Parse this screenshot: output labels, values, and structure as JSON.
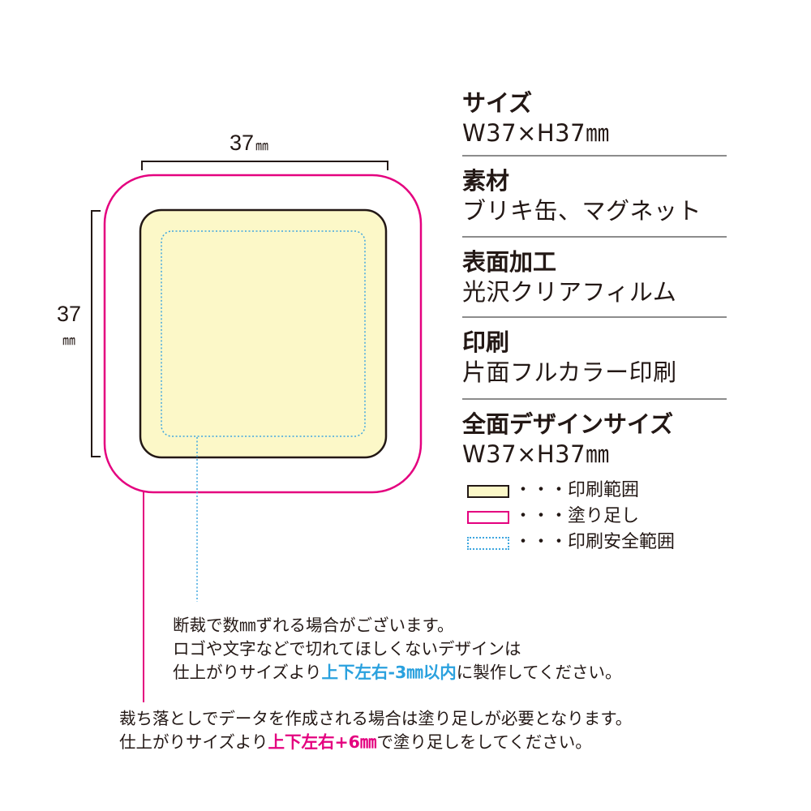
{
  "dimensions": {
    "width_value": "37",
    "height_value": "37",
    "unit": "㎜"
  },
  "specs": [
    {
      "heading": "サイズ",
      "value": "W37×H37㎜"
    },
    {
      "heading": "素材",
      "value": "ブリキ缶、マグネット"
    },
    {
      "heading": "表面加工",
      "value": "光沢クリアフィルム"
    },
    {
      "heading": "印刷",
      "value": "片面フルカラー印刷"
    },
    {
      "heading": "全面デザインサイズ",
      "value": "W37×H37㎜"
    }
  ],
  "legend": {
    "dots": "・・・",
    "items": [
      {
        "label": "印刷範囲",
        "style": "print-area"
      },
      {
        "label": "塗り足し",
        "style": "bleed"
      },
      {
        "label": "印刷安全範囲",
        "style": "safe-area"
      }
    ]
  },
  "safe_note": {
    "line1": "断裁で数㎜ずれる場合がございます。",
    "line2": "ロゴや文字などで切れてほしくないデザインは",
    "line3_pre": "仕上がりサイズより",
    "line3_highlight": "上下左右-3㎜以内",
    "line3_post": "に製作してください。"
  },
  "bleed_note": {
    "line1": "裁ち落としでデータを作成される場合は塗り足しが必要となります。",
    "line2_pre": "仕上がりサイズより",
    "line2_highlight": "上下左右+6㎜",
    "line2_post": "で塗り足しをしてください。"
  },
  "colors": {
    "print_fill": "#fcf8c8",
    "print_stroke": "#231815",
    "bleed": "#e4007f",
    "safe": "#3ea6df",
    "highlight_blue": "#2aa1de",
    "highlight_magenta": "#e4007f",
    "rule": "#8c8c8c"
  }
}
